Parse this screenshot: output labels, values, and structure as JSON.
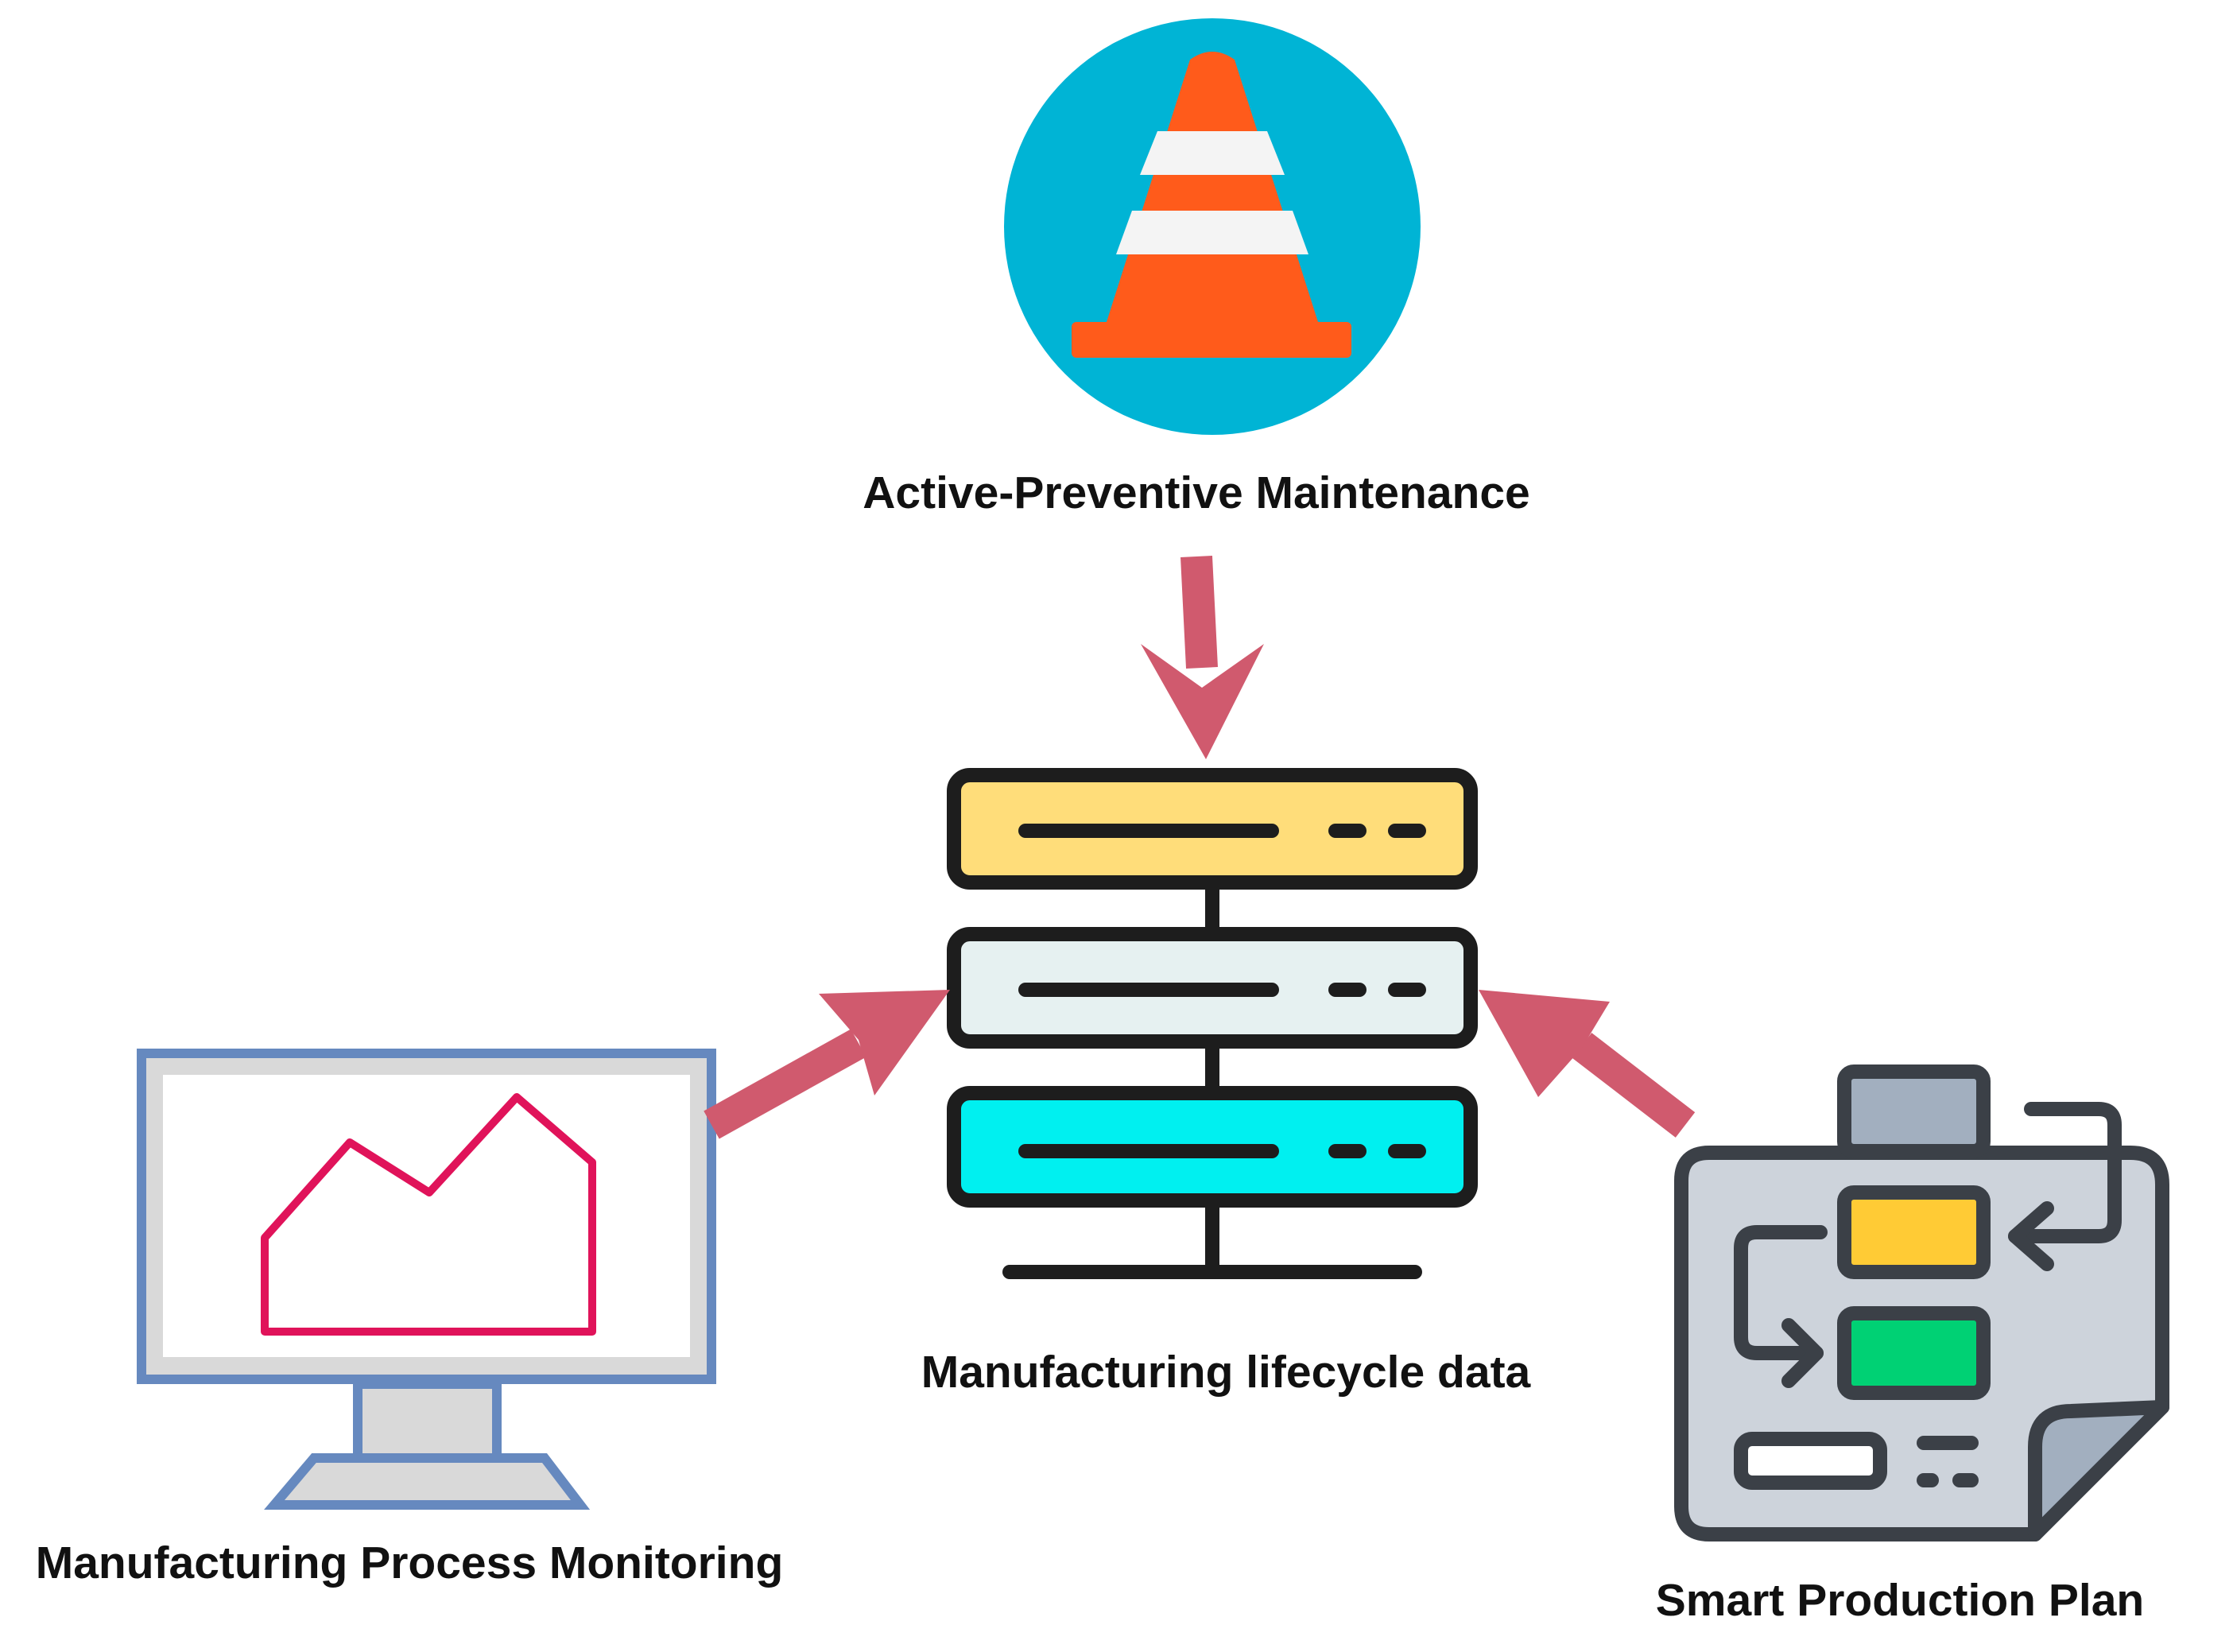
{
  "diagram": {
    "center": {
      "label": "Manufacturing lifecycle data",
      "icon": "server-icon"
    },
    "nodes": [
      {
        "id": "maintenance",
        "label": "Active-Preventive Maintenance",
        "icon": "traffic-cone-icon"
      },
      {
        "id": "monitoring",
        "label": "Manufacturing Process Monitoring",
        "icon": "monitor-chart-icon"
      },
      {
        "id": "plan",
        "label": "Smart Production Plan",
        "icon": "flowchart-plan-icon"
      }
    ],
    "edges": [
      {
        "from": "maintenance",
        "to": "center"
      },
      {
        "from": "monitoring",
        "to": "center"
      },
      {
        "from": "plan",
        "to": "center"
      }
    ]
  },
  "colors": {
    "arrow": "#d05a6e",
    "cone_circle": "#00b4d5",
    "cone": "#ff5b1b",
    "server_top": "#ffdd7a",
    "server_middle": "#e6f1f1",
    "server_bottom": "#00f0f0",
    "monitor_frame": "#6689bf",
    "monitor_line": "#e0135a",
    "plan_yellow": "#ffcb35",
    "plan_green": "#00d174"
  }
}
